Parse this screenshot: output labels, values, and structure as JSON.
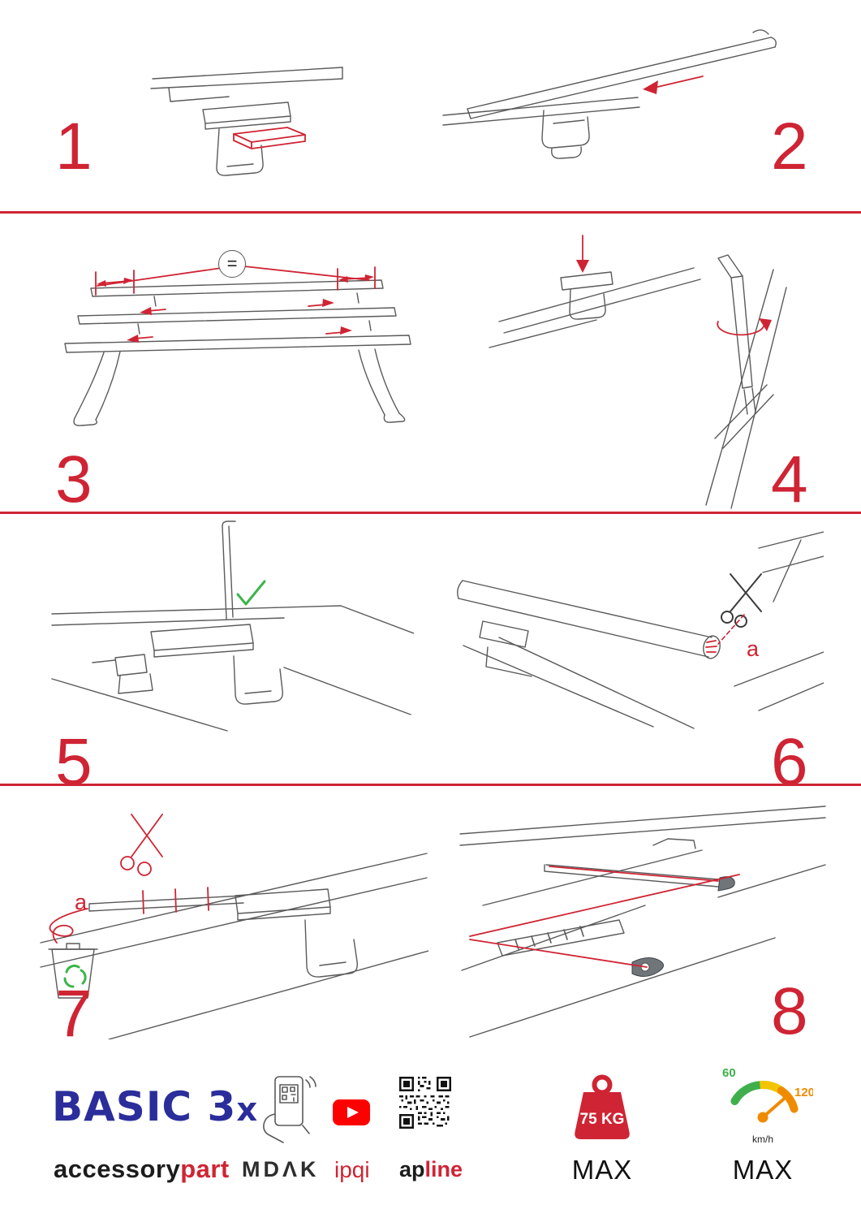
{
  "colors": {
    "accent_red": "#cf2433",
    "brand_blue": "#2b2d9b",
    "check_green": "#3bb54a",
    "gauge_green": "#3faf4c",
    "gauge_yellow": "#f2c500",
    "gauge_orange": "#ef8b00",
    "youtube_red": "#ff0000"
  },
  "steps": [
    {
      "number": "1"
    },
    {
      "number": "2"
    },
    {
      "number": "3"
    },
    {
      "number": "4"
    },
    {
      "number": "5"
    },
    {
      "number": "6"
    },
    {
      "number": "7"
    },
    {
      "number": "8"
    }
  ],
  "annotations": {
    "equal_sign": "=",
    "cut_label_step6": "a",
    "cut_label_step7": "a"
  },
  "footer": {
    "brand_main": "BASIC 3",
    "brand_suffix": "x",
    "wordmark_black": "accessory",
    "wordmark_red": "part",
    "mdak_label": "MDΛK",
    "ipqi_label": "ipqi",
    "apline_black": "ap",
    "apline_red": "line",
    "weight_value": "75 KG",
    "weight_max_label": "MAX",
    "gauge_low": "60",
    "gauge_high": "120",
    "gauge_unit": "km/h",
    "gauge_max_label": "MAX"
  }
}
